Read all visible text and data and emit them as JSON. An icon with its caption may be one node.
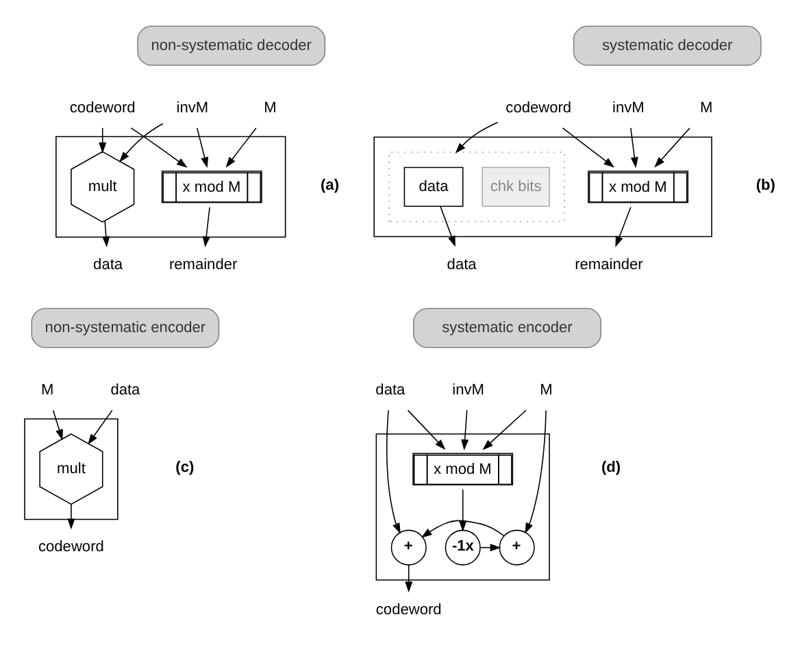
{
  "diagram": {
    "nodes": [
      {
        "text": [
          "non-systematic decoder"
        ]
      },
      {
        "text": [
          "codeword"
        ]
      },
      {
        "text": [
          "invM"
        ]
      },
      {
        "text": [
          "M"
        ]
      },
      {
        "text": [],
        "shape": "box"
      },
      {
        "text": [
          "mult"
        ],
        "in": 4
      },
      {
        "text": [
          "x mod M"
        ],
        "in": 4
      },
      {
        "text": [
          "data"
        ]
      },
      {
        "text": [
          "remainder"
        ]
      },
      {
        "text": [
          "systematic decoder"
        ]
      },
      {
        "text": [
          "codeword"
        ]
      },
      {
        "text": [
          "invM"
        ]
      },
      {
        "text": [
          "M"
        ]
      },
      {
        "text": [],
        "shape": "box"
      },
      {
        "text": [],
        "shape": "box",
        "in": 13
      },
      {
        "text": [
          "data"
        ],
        "in": 14
      },
      {
        "text": [
          "chk bits"
        ],
        "in": 14
      },
      {
        "text": [
          "x mod M"
        ],
        "in": 13
      },
      {
        "text": [
          "data"
        ]
      },
      {
        "text": [
          "remainder"
        ]
      },
      {
        "text": [
          "non-systematic encoder"
        ]
      },
      {
        "text": [
          "data"
        ]
      },
      {
        "text": [
          "M"
        ]
      },
      {
        "text": [],
        "shape": "box"
      },
      {
        "text": [
          "mult"
        ],
        "in": 23
      },
      {
        "text": [
          "codeword"
        ]
      },
      {
        "text": [
          "systematic encoder"
        ]
      },
      {
        "text": [
          "data"
        ]
      },
      {
        "text": [
          "invM"
        ]
      },
      {
        "text": [
          "M"
        ]
      },
      {
        "text": [],
        "shape": "box"
      },
      {
        "text": [
          "x mod M"
        ],
        "in": 30
      },
      {
        "text": [
          "-1x"
        ],
        "in": 30
      },
      {
        "text": [
          "+"
        ],
        "in": 30
      },
      {
        "text": [
          "+"
        ],
        "in": 30
      },
      {
        "text": [
          "codeword"
        ]
      }
    ],
    "edges": [
      {
        "from": 1,
        "to": 5,
        "arrow": "to"
      },
      {
        "from": 1,
        "to": 6,
        "arrow": "to"
      },
      {
        "from": 2,
        "to": 5,
        "arrow": "to"
      },
      {
        "from": 2,
        "to": 6,
        "arrow": "to"
      },
      {
        "from": 3,
        "to": 6,
        "arrow": "to"
      },
      {
        "from": 5,
        "to": 7,
        "arrow": "to"
      },
      {
        "from": 6,
        "to": 8,
        "arrow": "to"
      },
      {
        "from": 10,
        "to": 14,
        "arrow": "to"
      },
      {
        "from": 10,
        "to": 17,
        "arrow": "to"
      },
      {
        "from": 11,
        "to": 17,
        "arrow": "to"
      },
      {
        "from": 12,
        "to": 17,
        "arrow": "to"
      },
      {
        "from": 15,
        "to": 18,
        "arrow": "to"
      },
      {
        "from": 17,
        "to": 19,
        "arrow": "to"
      },
      {
        "from": 21,
        "to": 24,
        "arrow": "to"
      },
      {
        "from": 22,
        "to": 24,
        "arrow": "to"
      },
      {
        "from": 24,
        "to": 25,
        "arrow": "to"
      },
      {
        "from": 27,
        "to": 31,
        "arrow": "to"
      },
      {
        "from": 27,
        "to": 34,
        "arrow": "to"
      },
      {
        "from": 28,
        "to": 31,
        "arrow": "to"
      },
      {
        "from": 29,
        "to": 31,
        "arrow": "to"
      },
      {
        "from": 29,
        "to": 33,
        "arrow": "to"
      },
      {
        "from": 31,
        "to": 32,
        "arrow": "to"
      },
      {
        "from": 32,
        "to": 33,
        "arrow": "to"
      },
      {
        "from": 33,
        "to": 34,
        "arrow": "to"
      },
      {
        "from": 34,
        "to": 35,
        "arrow": "to"
      }
    ],
    "labels": [
      "(a)",
      "(b)",
      "(c)",
      "(d)"
    ]
  }
}
